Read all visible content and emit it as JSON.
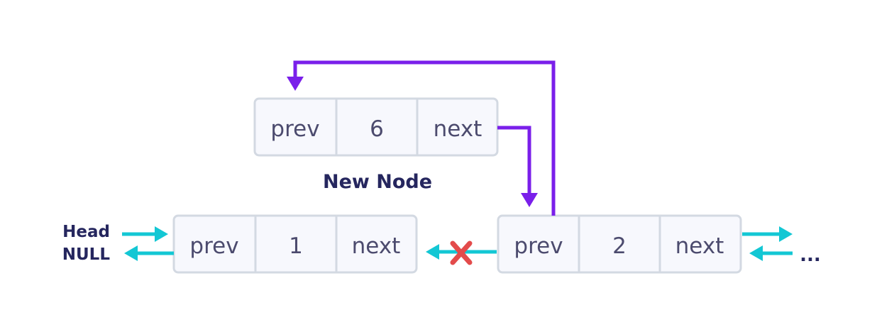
{
  "new_node": {
    "cells": [
      "prev",
      "6",
      "next"
    ],
    "caption": "New Node"
  },
  "node_1": {
    "cells": [
      "prev",
      "1",
      "next"
    ]
  },
  "node_2": {
    "cells": [
      "prev",
      "2",
      "next"
    ]
  },
  "head_label": "Head",
  "null_label": "NULL",
  "continuation": "...",
  "colors": {
    "new_links": "#7a1fea",
    "existing_links": "#13c7d4",
    "removed_link": "#e34b4b",
    "node_fill": "#f7f8fd",
    "node_border": "#d3d9e2"
  }
}
